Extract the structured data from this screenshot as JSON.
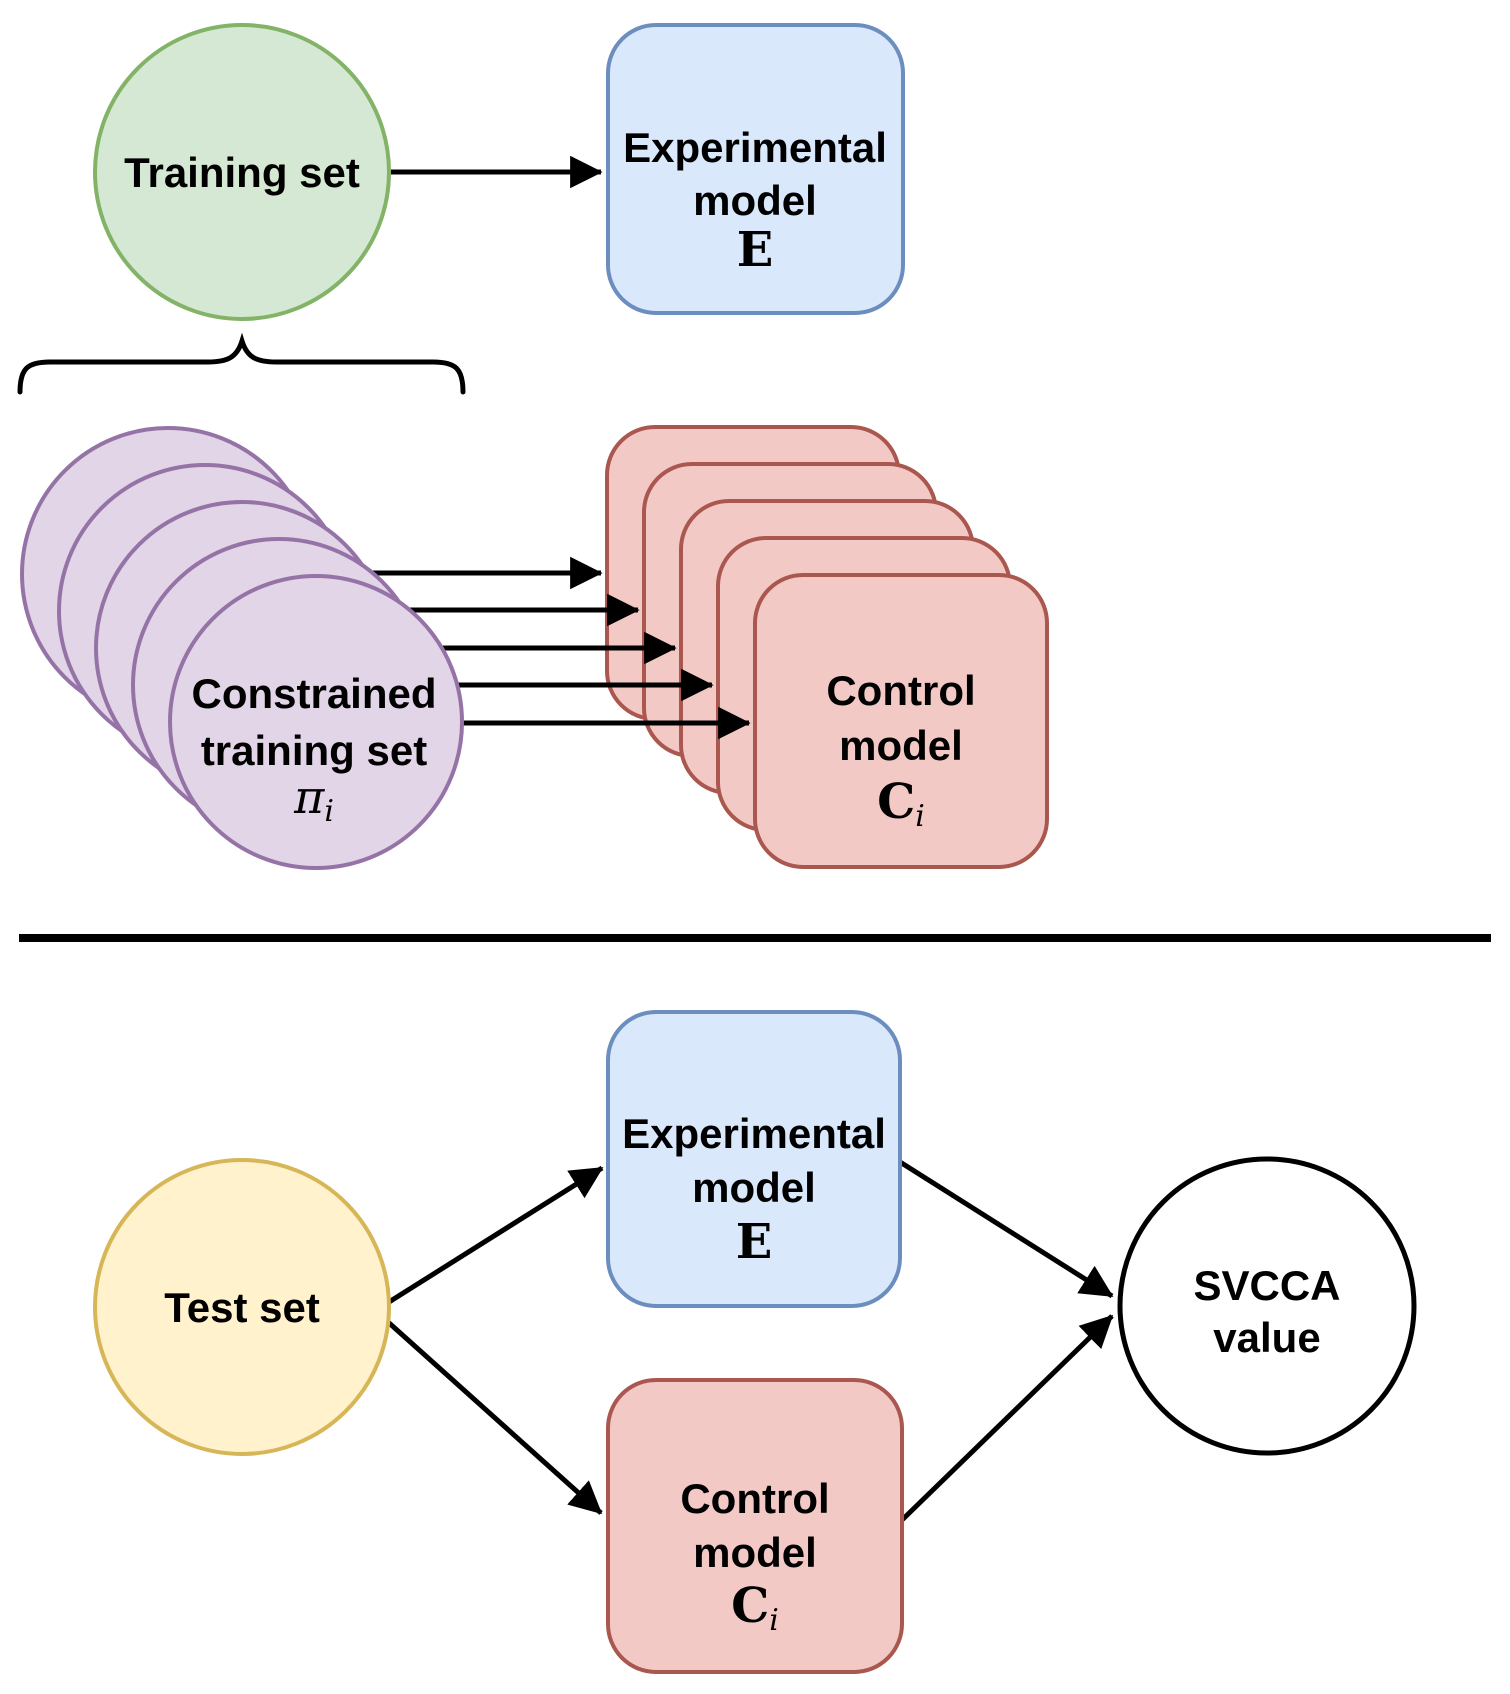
{
  "colors": {
    "green_fill": "#d5e8d4",
    "green_stroke": "#82b366",
    "blue_fill": "#dae8fc",
    "blue_stroke": "#6c8ebf",
    "purple_fill": "#e1d5e7",
    "purple_stroke": "#9673a6",
    "red_fill": "#f3c9c5",
    "red_stroke": "#aa5750",
    "yellow_fill": "#fff2cc",
    "yellow_stroke": "#d6b656",
    "line": "#000000",
    "svcca_fill": "#ffffff",
    "svcca_stroke": "#000000"
  },
  "top_section": {
    "training_set": {
      "label": "Training set"
    },
    "experimental_model": {
      "line1": "Experimental",
      "line2": "model",
      "symbol": "E"
    },
    "constrained_training_set": {
      "line1": "Constrained",
      "line2": "training set",
      "symbol": "π",
      "subscript": "i",
      "count": "5"
    },
    "control_model": {
      "line1": "Control",
      "line2": "model",
      "symbol": "C",
      "subscript": "i",
      "count": "5"
    }
  },
  "bottom_section": {
    "test_set": {
      "label": "Test set"
    },
    "experimental_model": {
      "line1": "Experimental",
      "line2": "model",
      "symbol": "E"
    },
    "control_model": {
      "line1": "Control",
      "line2": "model",
      "symbol": "C",
      "subscript": "i"
    },
    "svcca": {
      "line1": "SVCCA",
      "line2": "value"
    }
  }
}
